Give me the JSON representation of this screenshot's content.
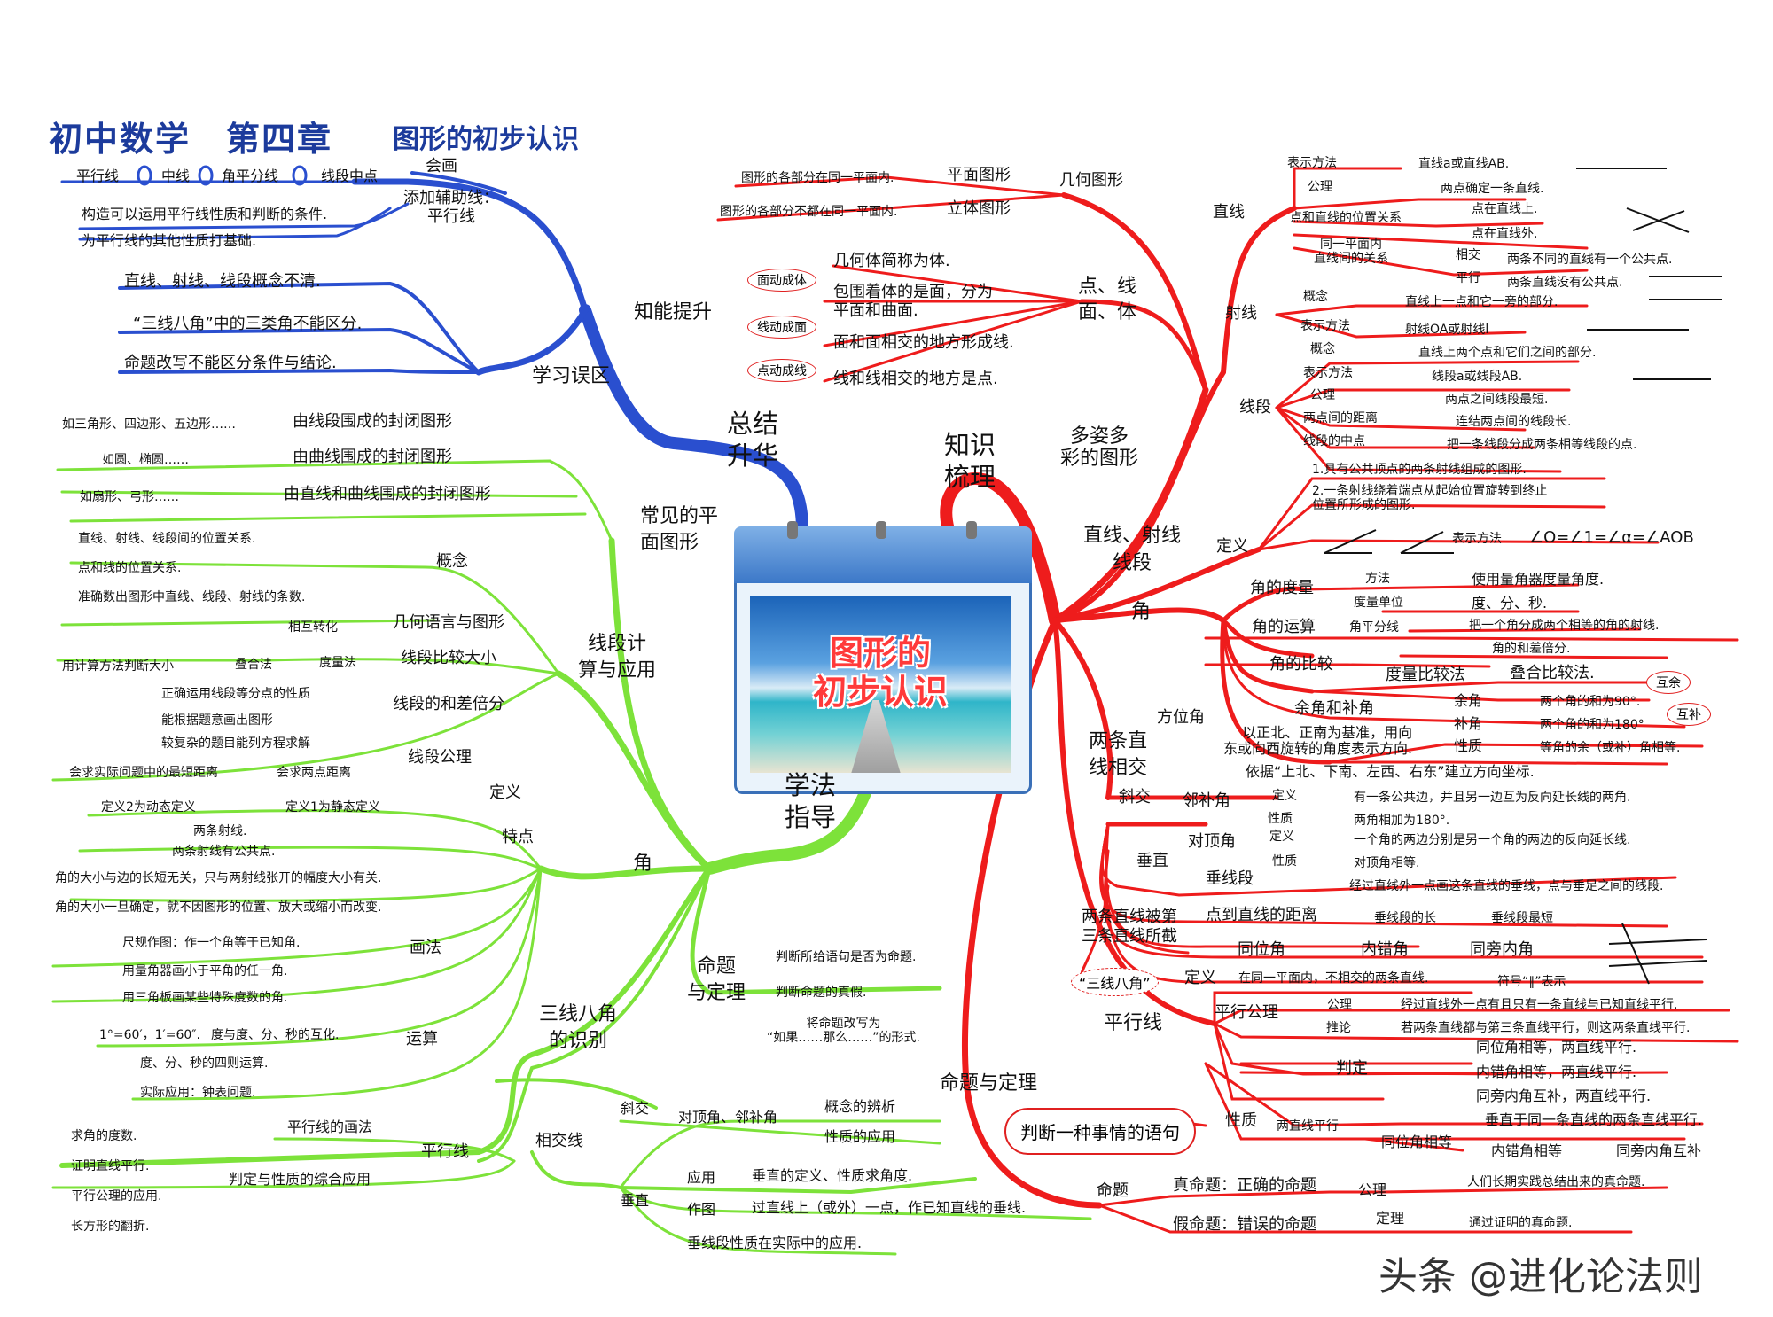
{
  "title": {
    "main": "初中数学　第四章",
    "sub": "图形的初步认识"
  },
  "center": {
    "line1": "图形的",
    "line2": "初步认识"
  },
  "hubs": {
    "summary": "总结\n升华",
    "method": "学法\n指导",
    "knowledge": "知识\n梳理",
    "colorful": "多姿多\n彩的图形",
    "lines": "直线、射线\n线段",
    "angle": "角",
    "intersect": "两条直\n线相交",
    "parallel": "平行线",
    "proposition": "命题与定理",
    "ability": "知能提升",
    "mistakes": "学习误区",
    "common": "常见的平\n面图形",
    "segcalc": "线段计\n算与应用",
    "angle_method": "角",
    "prop_method": "命题\n与定理",
    "three_lines": "三线八角\n的识别"
  },
  "ability": {
    "hui_mian": "会画",
    "items": [
      "平行线",
      "中线",
      "角平分线",
      "线段中点"
    ],
    "aux": "添加辅助线：\n平行线",
    "aux_notes": [
      "构造可以运用平行线性质和判断的条件.",
      "为平行线的其他性质打基础."
    ]
  },
  "mistakes": [
    "直线、射线、线段概念不清.",
    "“三线八角”中的三类角不能区分.",
    "命题改写不能区分条件与结论."
  ],
  "common_shapes": [
    {
      "note": "如三角形、四边形、五边形……",
      "label": "由线段围成的封闭图形"
    },
    {
      "note": "如圆、椭圆……",
      "label": "由曲线围成的封闭图形"
    },
    {
      "note": "如扇形、弓形……",
      "label": "由直线和曲线围成的封闭图形"
    }
  ],
  "segcalc": {
    "concept": "概念",
    "concept_notes": [
      "直线、射线、线段间的位置关系.",
      "点和线的位置关系.",
      "准确数出图形中直线、线段、射线的条数."
    ],
    "geo_lang": "几何语言与图形",
    "convert": "相互转化",
    "compare": "线段比较大小",
    "overlap": "叠合法",
    "measure": "度量法",
    "compute": "用计算方法判断大小",
    "sum_diff": "线段的和差倍分",
    "sum_notes": [
      "正确运用线段等分点的性质",
      "能根据题意画出图形",
      "较复杂的题目能列方程求解"
    ],
    "axiom": "线段公理",
    "axiom_a": "会求实际问题中的最短距离",
    "axiom_b": "会求两点距离"
  },
  "angle_method": {
    "def": "定义",
    "def2": "定义2为动态定义",
    "def1": "定义1为静态定义",
    "feature": "特点",
    "feature_notes": [
      "两条射线.",
      "两条射线有公共点.",
      "角的大小与边的长短无关，只与两射线张开的幅度大小有关.",
      "角的大小一旦确定，就不因图形的位置、放大或缩小而改变."
    ],
    "draw": "画法",
    "draw_notes": [
      "尺规作图：作一个角等于已知角.",
      "用量角器画小于平角的任一角.",
      "用三角板画某些特殊度数的角."
    ],
    "calc": "运算",
    "calc_notes": [
      "1°=60′，1′=60″.",
      "度与度、分、秒的互化.",
      "度、分、秒的四则运算.",
      "实际应用：钟表问题."
    ]
  },
  "prop_method": [
    "判断所给语句是否为命题.",
    "判断命题的真假.",
    "将命题改写为\n“如果……那么……”的形式."
  ],
  "three_lines": {
    "parallel": "平行线",
    "draw_par": "平行线的画法",
    "judge": "判定与性质的综合应用",
    "judge_notes": [
      "求角的度数.",
      "证明直线平行.",
      "平行公理的应用.",
      "长方形的翻折."
    ],
    "intersect": "相交线",
    "oblique": "斜交",
    "vert_adj": "对顶角、邻补角",
    "concept_id": "概念的辨析",
    "prop_use": "性质的应用",
    "perp": "垂直",
    "apply": "应用",
    "apply_note": "垂直的定义、性质求角度.",
    "draw": "作图",
    "draw_note": "过直线上（或外）一点，作已知直线的垂线.",
    "perp_seg": "垂线段性质在实际中的应用."
  },
  "colorful": {
    "geo": "几何图形",
    "plane": "平面图形",
    "plane_note": "图形的各部分在同一平面内.",
    "solid": "立体图形",
    "solid_note": "图形的各部分不都在同一平面内.",
    "plf": "点、线\n面、体",
    "solid_abbr": "几何体简称为体.",
    "surround": "包围着体的是面，分为\n平面和曲面.",
    "face_meet": "面和面相交的地方形成线.",
    "line_meet": "线和线相交的地方是点.",
    "face_body": "面动成体",
    "line_face": "线动成面",
    "point_line": "点动成线"
  },
  "lines_rays": {
    "line": "直线",
    "repr": "表示方法",
    "repr_note": "直线a或直线AB.",
    "axiom": "公理",
    "axiom_note": "两点确定一条直线.",
    "pos": "点和直线的位置关系",
    "on": "点在直线上.",
    "off": "点在直线外.",
    "plane_rel": "同一平面内\n直线间的关系",
    "cross": "相交",
    "cross_note": "两条不同的直线有一个公共点.",
    "par": "平行",
    "par_note": "两条直线没有公共点.",
    "ray": "射线",
    "ray_concept": "概念",
    "ray_concept_note": "直线上一点和它一旁的部分.",
    "ray_repr": "表示方法",
    "ray_repr_note": "射线OA或射线l",
    "seg": "线段",
    "seg_concept": "概念",
    "seg_concept_note": "直线上两个点和它们之间的部分.",
    "seg_repr": "表示方法",
    "seg_repr_note": "线段a或线段AB.",
    "seg_axiom": "公理",
    "seg_axiom_note": "两点之间线段最短.",
    "dist": "两点间的距离",
    "dist_note": "连结两点间的线段长.",
    "mid": "线段的中点",
    "mid_note": "把一条线段分成两条相等线段的点."
  },
  "angle": {
    "def": "定义",
    "def1": "1.具有公共顶点的两条射线组成的图形.",
    "def2": "2.一条射线绕着端点从起始位置旋转到终止\n位置所形成的图形.",
    "repr": "表示方法",
    "repr_note": "∠O=∠1=∠α=∠AOB",
    "measure": "角的度量",
    "method": "方法",
    "method_note": "使用量角器度量角度.",
    "unit": "度量单位",
    "unit_note": "度、分、秒.",
    "ops": "角的运算",
    "bisector": "角平分线",
    "bisector_note": "把一个角分成两个相等的角的射线.",
    "sumdiff": "角的和差倍分.",
    "compare": "角的比较",
    "cmp_measure": "度量比较法",
    "cmp_overlap": "叠合比较法.",
    "comp": "余角和补角",
    "comp_yu": "余角",
    "comp_yu_note": "两个角的和为90°.",
    "comp_bu": "补角",
    "comp_bu_note": "两个角的和为180°",
    "comp_prop": "性质",
    "comp_prop_note": "等角的余（或补）角相等.",
    "hu_yu": "互余",
    "hu_bu": "互补",
    "bearing": "方位角",
    "bearing_note": "以正北、正南为基准，用向\n东或向西旋转的角度表示方向.",
    "coord": "依据“上北、下南、左西、右东”建立方向坐标."
  },
  "intersect": {
    "oblique": "斜交",
    "adj": "邻补角",
    "adj_def": "定义",
    "adj_def_note": "有一条公共边，并且另一边互为反向延长线的两角.",
    "adj_prop": "性质",
    "adj_prop_note": "两角相加为180°.",
    "perp": "垂直",
    "vert": "对顶角",
    "vert_def": "定义",
    "vert_def_note": "一个角的两边分别是另一个角的两边的反向延长线.",
    "vert_prop": "性质",
    "vert_prop_note": "对顶角相等.",
    "perp_seg": "垂线段",
    "perp_seg_note": "经过直线外一点画这条直线的垂线，点与垂足之间的线段.",
    "dist": "点到直线的距离",
    "dist_a": "垂线段的长",
    "dist_b": "垂线段最短",
    "third": "两条直线被第\n三条直线所截",
    "corr": "同位角",
    "alt": "内错角",
    "same": "同旁内角",
    "three8": "“三线八角”"
  },
  "parallel": {
    "def": "定义",
    "def_note": "在同一平面内，不相交的两条直线.",
    "symbol": "符号“∥”表示",
    "axiom": "平行公理",
    "ax_main": "公理",
    "ax_main_note": "经过直线外一点有且只有一条直线与已知直线平行.",
    "ax_infer": "推论",
    "ax_infer_note": "若两条直线都与第三条直线平行，则这两条直线平行.",
    "judge": "判定",
    "judge_notes": [
      "同位角相等，两直线平行.",
      "内错角相等，两直线平行.",
      "同旁内角互补，两直线平行.",
      "垂直于同一条直线的两条直线平行."
    ],
    "prop": "性质",
    "prop_cond": "两直线平行",
    "prop_a": "同位角相等",
    "prop_b": "内错角相等",
    "prop_c": "同旁内角互补"
  },
  "proposition": {
    "cloud": "判断一种事情的语句",
    "name": "命题",
    "true": "真命题：正确的命题",
    "false": "假命题：错误的命题",
    "axiom": "公理",
    "axiom_note": "人们长期实践总结出来的真命题.",
    "theorem": "定理",
    "theorem_note": "通过证明的真命题."
  },
  "watermark": "头条 @进化论法则",
  "colors": {
    "blue": "#2a4fcf",
    "green": "#7de23a",
    "red": "#ee1c1c",
    "title": "#1c3b9c"
  }
}
